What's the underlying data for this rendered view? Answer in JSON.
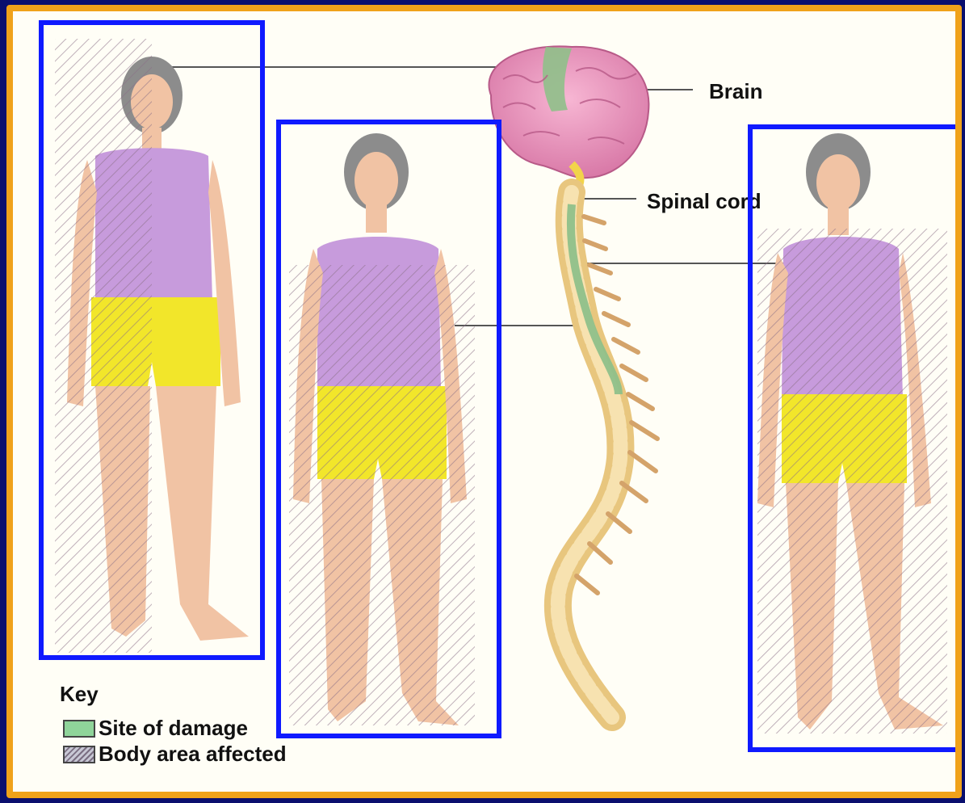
{
  "labels": {
    "brain": "Brain",
    "spinal_cord": "Spinal cord"
  },
  "key": {
    "title": "Key",
    "items": [
      {
        "label": "Site of damage",
        "swatch": "green"
      },
      {
        "label": "Body area affected",
        "swatch": "hatched"
      }
    ]
  },
  "colors": {
    "frame": "#f0a21a",
    "background": "#0a0f6e",
    "highlight_box": "#0f1aff",
    "damage": "#8fd49a",
    "shirt": "#c79bdc",
    "shorts": "#f2e62a",
    "skin": "#f1c3a4",
    "hair": "#8c8c8c",
    "brain": "#f09ac0",
    "spine": "#f3d79a"
  },
  "figures": [
    {
      "name": "figure-left",
      "affected": "left half of body"
    },
    {
      "name": "figure-middle",
      "affected": "body below chest"
    },
    {
      "name": "figure-right",
      "affected": "body below neck"
    }
  ]
}
